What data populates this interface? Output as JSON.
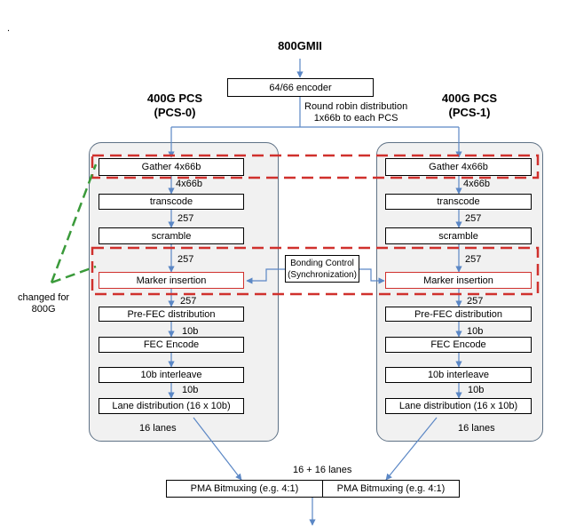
{
  "stray_mark": ".",
  "top_title": "800GMII",
  "encoder": "64/66 encoder",
  "distribution_note": [
    "Round robin distribution",
    "1x66b to each PCS"
  ],
  "pcs_left": {
    "title": [
      "400G PCS",
      "(PCS-0)"
    ],
    "gather": "Gather 4x66b",
    "w_4x66b": "4x66b",
    "transcode": "transcode",
    "w_257a": "257",
    "scramble": "scramble",
    "w_257b": "257",
    "marker": "Marker insertion",
    "w_257c": "257",
    "prefec": "Pre-FEC distribution",
    "w_10ba": "10b",
    "fec": "FEC Encode",
    "interleave": "10b interleave",
    "w_10bb": "10b",
    "lane": "Lane distribution  (16 x 10b)",
    "lanes": "16 lanes"
  },
  "pcs_right": {
    "title": [
      "400G PCS",
      "(PCS-1)"
    ],
    "gather": "Gather 4x66b",
    "w_4x66b": "4x66b",
    "transcode": "transcode",
    "w_257a": "257",
    "scramble": "scramble",
    "w_257b": "257",
    "marker": "Marker insertion",
    "w_257c": "257",
    "prefec": "Pre-FEC distribution",
    "w_10ba": "10b",
    "fec": "FEC Encode",
    "interleave": "10b interleave",
    "w_10bb": "10b",
    "lane": "Lane distribution  (16 x 10b)",
    "lanes": "16 lanes"
  },
  "bonding": [
    "Bonding Control",
    "(Synchronization)"
  ],
  "changed_note": [
    "changed for",
    "800G"
  ],
  "combined_lanes": "16 + 16 lanes",
  "pma_left": "PMA Bitmuxing  (e.g. 4:1)",
  "pma_right": "PMA Bitmuxing  (e.g. 4:1)",
  "colors": {
    "arrow": "#5b87c5",
    "highlight": "#d0312d",
    "changed": "#3a9a3a",
    "container_bg": "#f1f1f1"
  }
}
